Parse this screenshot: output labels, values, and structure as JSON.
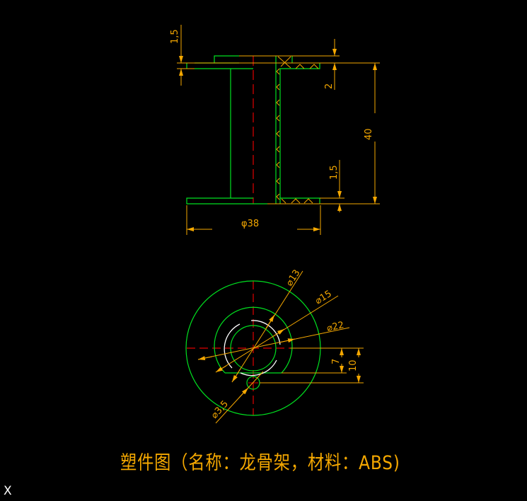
{
  "drawing": {
    "title": "塑件图（名称：龙骨架，材料：ABS)",
    "ucs_label": "X",
    "colors": {
      "background": "#000000",
      "outline": "#00e020",
      "dimension": "#f5a800",
      "centerline": "#e00000",
      "arc": "#ffffff"
    }
  },
  "section_view": {
    "dimensions": {
      "top_flange_thickness": "1,5",
      "top_step": "2",
      "height": "40",
      "bottom_flange_thickness": "1,5",
      "flange_diameter": "φ38"
    }
  },
  "end_view": {
    "dimensions": {
      "d1": "⌀13",
      "d2": "⌀15",
      "d3": "⌀22",
      "hole": "⌀3,5",
      "offset_flat": "7",
      "offset_hole": "10"
    }
  }
}
